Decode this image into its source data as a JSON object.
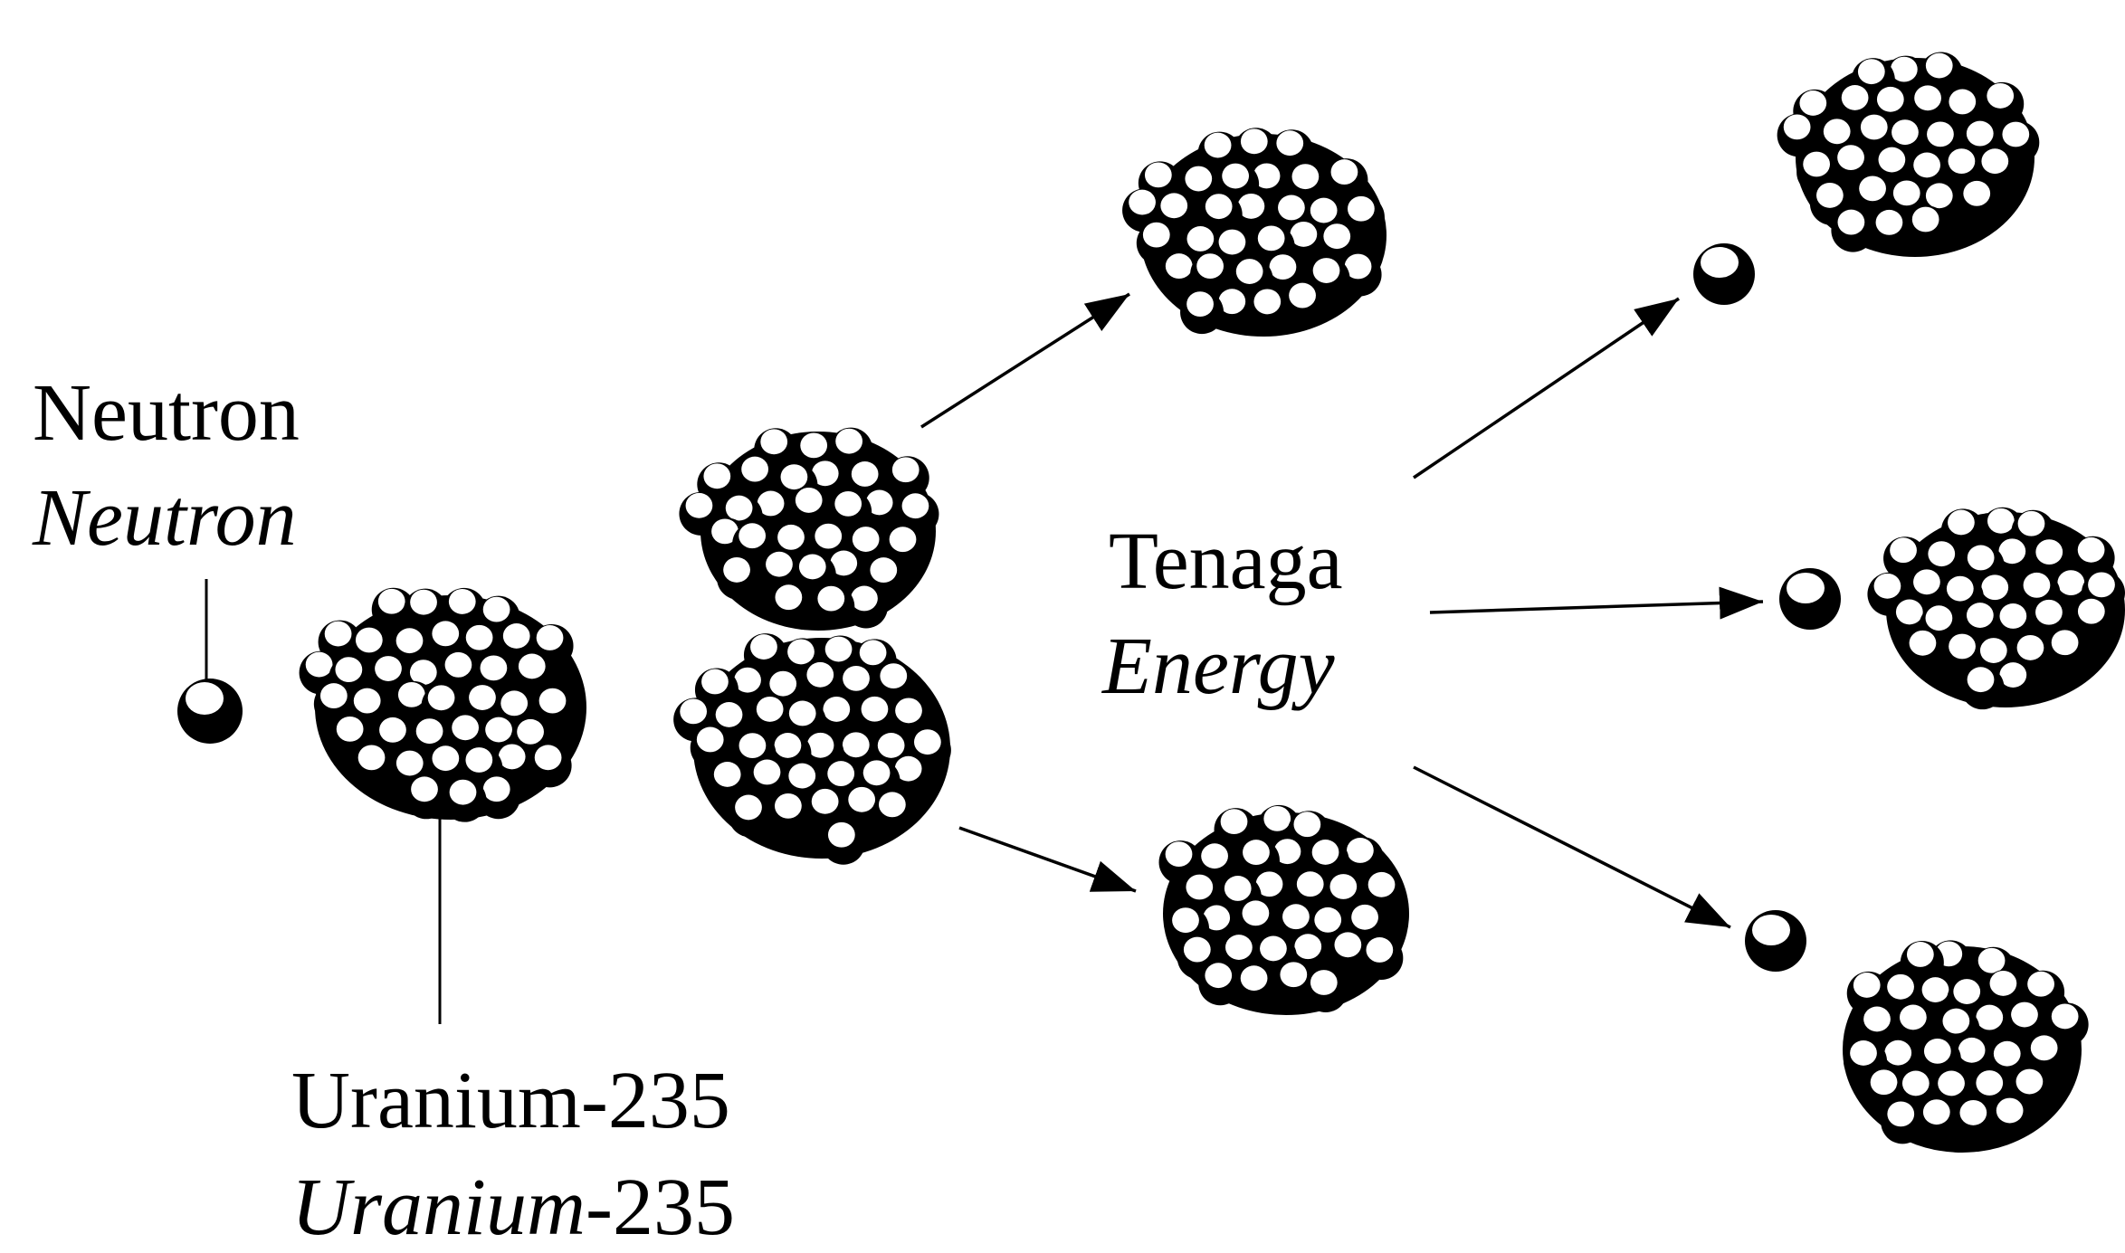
{
  "labels": {
    "neutron": "Neutron",
    "neutron_translation": "Neutron",
    "uranium": "Uranium-235",
    "uranium_translation_italic": "Uranium",
    "uranium_translation_rest": "-235",
    "tenaga": "Tenaga",
    "energy": "Energy"
  },
  "colors": {
    "ink": "#000000",
    "paper": "#ffffff"
  }
}
